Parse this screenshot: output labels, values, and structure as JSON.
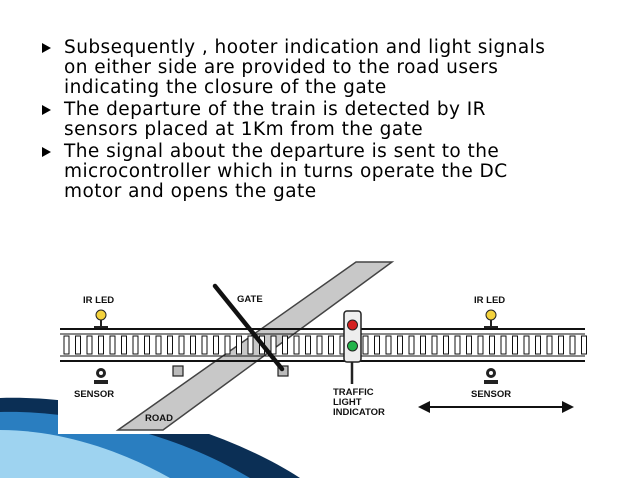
{
  "slide": {
    "bullets": [
      {
        "text": "Subsequently , hooter indication and light signals\non either side are provided to the road users\nindicating the closure of the gate"
      },
      {
        "text": "  The departure of the train is detected by IR\nsensors placed at 1Km from the gate"
      },
      {
        "text": "The signal about the departure is sent to the\nmicrocontroller which in turns operate the DC\nmotor and opens the gate"
      }
    ]
  },
  "diagram": {
    "labels": {
      "ir_led_left": "IR LED",
      "gate": "GATE",
      "ir_led_right": "IR LED",
      "sensor_left": "SENSOR",
      "road": "ROAD",
      "traffic_line1": "TRAFFIC",
      "traffic_line2": "LIGHT",
      "traffic_line3": "INDICATOR",
      "sensor_right": "SENSOR"
    },
    "colors": {
      "signal_red": "#d42020",
      "signal_green": "#22b34a",
      "road_fill": "#c8c8c8"
    }
  },
  "theme": {
    "accent_dark": "#0b2f55",
    "accent_blue": "#2a7ec0",
    "accent_light": "#9ed3f0"
  }
}
